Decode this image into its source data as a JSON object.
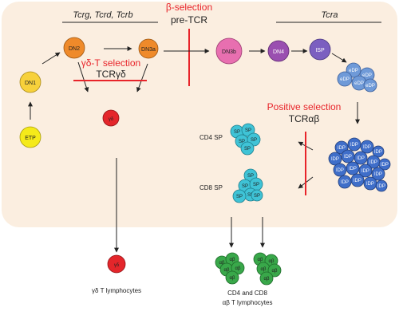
{
  "header": {
    "genes_left": "Tcrg, Tcrd, Tcrb",
    "beta_selection": "β-selection",
    "pre_tcr": "pre-TCR",
    "genes_right": "Tcra"
  },
  "selections": {
    "gamma_delta": "γδ-T selection",
    "tcr_gamma_delta": "TCRγδ",
    "positive": "Positive selection",
    "tcr_alpha_beta": "TCRαβ"
  },
  "cells": {
    "dn1": "DN1",
    "etp": "ETP",
    "dn2": "DN2",
    "dn3a": "DN3a",
    "dn3b": "DN3b",
    "dn4": "DN4",
    "isp": "ISP",
    "edp": "eDP",
    "ldp": "lDP",
    "sp": "SP",
    "gd": "γδ",
    "ab": "αβ"
  },
  "labels": {
    "cd4_sp": "CD4 SP",
    "cd8_sp": "CD8 SP",
    "gd_lymphocytes": "γδ T lymphocytes",
    "cd4_cd8_line1": "CD4 and CD8",
    "cd4_cd8_line2": "αβ T lymphocytes"
  },
  "colors": {
    "background_panel": "#fbeee0",
    "selection_red": "#e8242a",
    "dn1_yellow": "#f7d13b",
    "etp_yellow": "#f5ea1a",
    "dn_orange": "#ef8a2a",
    "dn3b_pink": "#e86fb0",
    "dn4_purple": "#9a4fb0",
    "isp_purple": "#7b5fc0",
    "edp_blue": "#6f9ad8",
    "ldp_blue": "#3f6ec9",
    "sp_cyan": "#3fc3d6",
    "gd_red": "#e4262b",
    "ab_green": "#39a84a"
  }
}
